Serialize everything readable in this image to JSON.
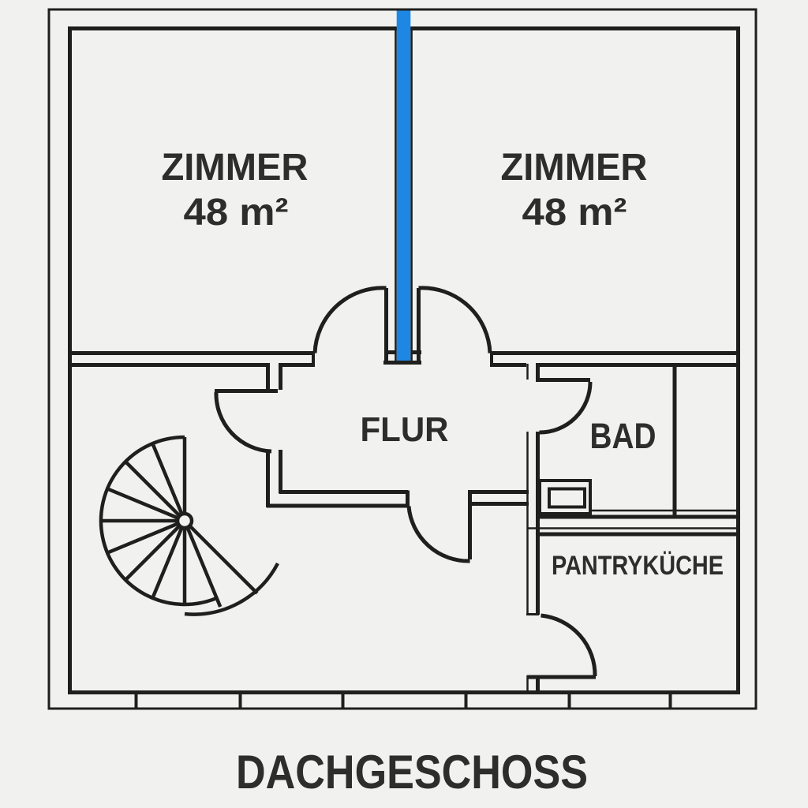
{
  "title": "DACHGESCHOSS",
  "colors": {
    "background": "#f1f1ef",
    "line": "#1f1f1d",
    "text": "#2d2d2b",
    "highlight_wall": "#1e87e4"
  },
  "rooms": {
    "zimmer_left": {
      "label": "ZIMMER",
      "area": "48 m²"
    },
    "zimmer_right": {
      "label": "ZIMMER",
      "area": "48 m²"
    },
    "flur": {
      "label": "FLUR"
    },
    "bad": {
      "label": "BAD"
    },
    "pantrykueche": {
      "label": "PANTRYKÜCHE"
    }
  },
  "features": {
    "staircase": "spiral-staircase",
    "highlighted_wall": "partition between the two ZIMMER rooms"
  }
}
